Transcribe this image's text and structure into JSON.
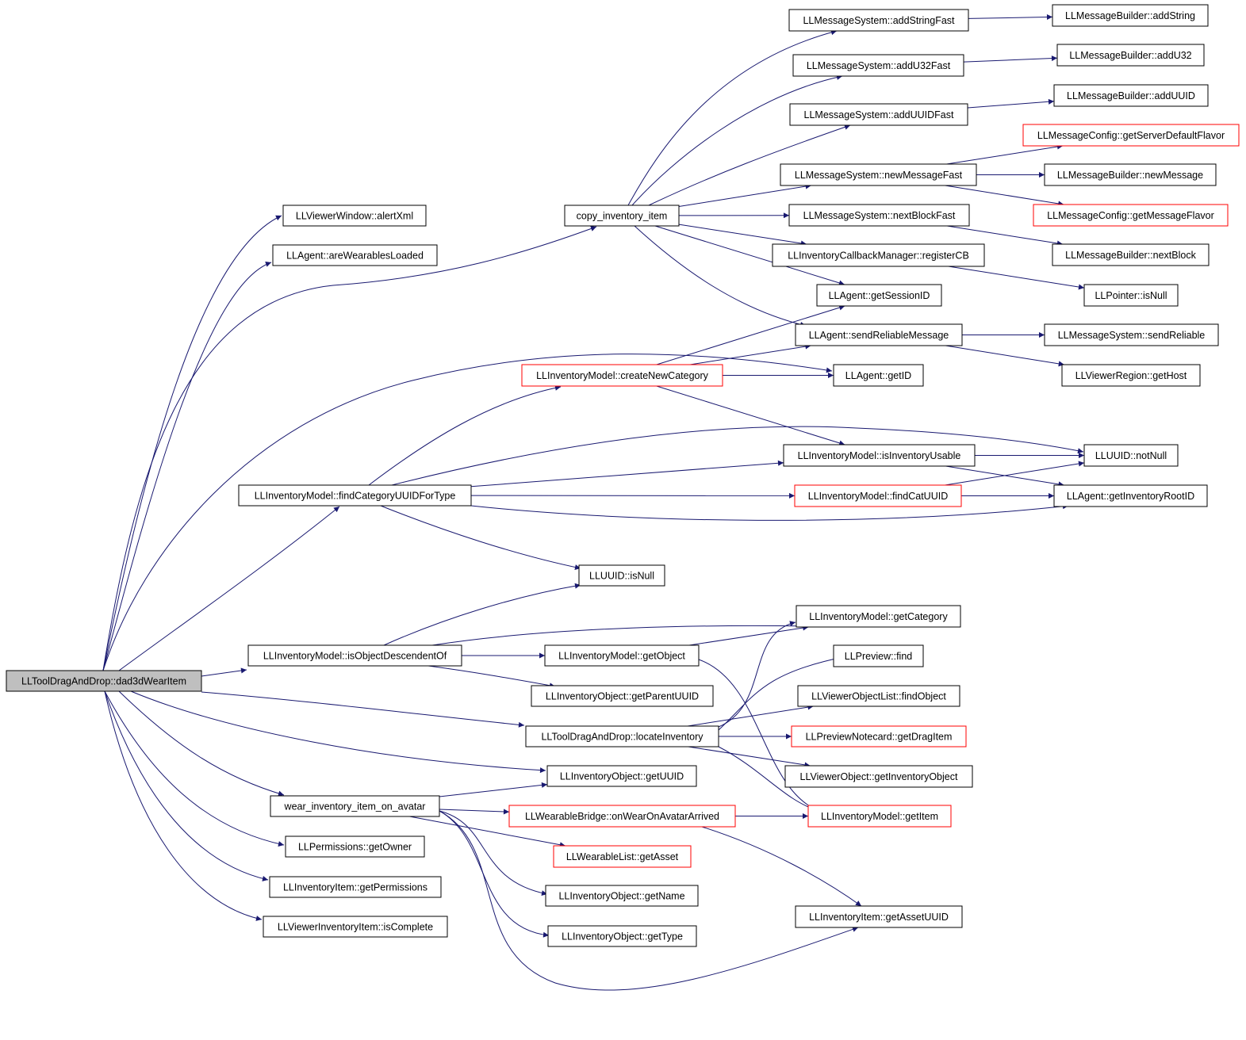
{
  "colors": {
    "edge": "#191970",
    "node_border": "#000000",
    "node_border_incomplete": "#ff0000",
    "root_fill": "#bfbfbf"
  },
  "nodes": {
    "root": "LLToolDragAndDrop::dad3dWearItem",
    "alertXml": "LLViewerWindow::alertXml",
    "areWearablesLoaded": "LLAgent::areWearablesLoaded",
    "copy_inventory_item": "copy_inventory_item",
    "findCategoryUUIDForType": "LLInventoryModel::findCategoryUUIDForType",
    "isObjectDescendentOf": "LLInventoryModel::isObjectDescendentOf",
    "locateInventory": "LLToolDragAndDrop::locateInventory",
    "wear_inventory_item_on_avatar": "wear_inventory_item_on_avatar",
    "getOwner": "LLPermissions::getOwner",
    "getPermissions": "LLInventoryItem::getPermissions",
    "isComplete": "LLViewerInventoryItem::isComplete",
    "createNewCategory": "LLInventoryModel::createNewCategory",
    "uuidIsNull": "LLUUID::isNull",
    "getObject": "LLInventoryModel::getObject",
    "getParentUUID": "LLInventoryObject::getParentUUID",
    "getUUID": "LLInventoryObject::getUUID",
    "onWearOnAvatarArrived": "LLWearableBridge::onWearOnAvatarArrived",
    "wlGetAsset": "LLWearableList::getAsset",
    "getName": "LLInventoryObject::getName",
    "getType": "LLInventoryObject::getType",
    "addStringFast": "LLMessageSystem::addStringFast",
    "addU32Fast": "LLMessageSystem::addU32Fast",
    "addUUIDFast": "LLMessageSystem::addUUIDFast",
    "newMessageFast": "LLMessageSystem::newMessageFast",
    "nextBlockFast": "LLMessageSystem::nextBlockFast",
    "registerCB": "LLInventoryCallbackManager::registerCB",
    "getSessionID": "LLAgent::getSessionID",
    "sendReliableMessage": "LLAgent::sendReliableMessage",
    "getID": "LLAgent::getID",
    "isInventoryUsable": "LLInventoryModel::isInventoryUsable",
    "findCatUUID": "LLInventoryModel::findCatUUID",
    "getCategory": "LLInventoryModel::getCategory",
    "previewFind": "LLPreview::find",
    "findObject": "LLViewerObjectList::findObject",
    "getDragItem": "LLPreviewNotecard::getDragItem",
    "getInventoryObject": "LLViewerObject::getInventoryObject",
    "getItem": "LLInventoryModel::getItem",
    "getAssetUUID": "LLInventoryItem::getAssetUUID",
    "mbAddString": "LLMessageBuilder::addString",
    "mbAddU32": "LLMessageBuilder::addU32",
    "mbAddUUID": "LLMessageBuilder::addUUID",
    "getServerDefaultFlavor": "LLMessageConfig::getServerDefaultFlavor",
    "mbNewMessage": "LLMessageBuilder::newMessage",
    "getMessageFlavor": "LLMessageConfig::getMessageFlavor",
    "mbNextBlock": "LLMessageBuilder::nextBlock",
    "pointerIsNull": "LLPointer::isNull",
    "sendReliable": "LLMessageSystem::sendReliable",
    "getHost": "LLViewerRegion::getHost",
    "notNull": "LLUUID::notNull",
    "getInventoryRootID": "LLAgent::getInventoryRootID"
  },
  "incomplete_nodes": [
    "createNewCategory",
    "findCatUUID",
    "getDragItem",
    "getItem",
    "onWearOnAvatarArrived",
    "wlGetAsset",
    "getServerDefaultFlavor",
    "getMessageFlavor"
  ],
  "edges": [
    [
      "root",
      "alertXml"
    ],
    [
      "root",
      "areWearablesLoaded"
    ],
    [
      "root",
      "copy_inventory_item"
    ],
    [
      "root",
      "getID"
    ],
    [
      "root",
      "findCategoryUUIDForType"
    ],
    [
      "root",
      "isObjectDescendentOf"
    ],
    [
      "root",
      "locateInventory"
    ],
    [
      "root",
      "getUUID"
    ],
    [
      "root",
      "wear_inventory_item_on_avatar"
    ],
    [
      "root",
      "getOwner"
    ],
    [
      "root",
      "getPermissions"
    ],
    [
      "root",
      "isComplete"
    ],
    [
      "copy_inventory_item",
      "addStringFast"
    ],
    [
      "copy_inventory_item",
      "addU32Fast"
    ],
    [
      "copy_inventory_item",
      "addUUIDFast"
    ],
    [
      "copy_inventory_item",
      "newMessageFast"
    ],
    [
      "copy_inventory_item",
      "nextBlockFast"
    ],
    [
      "copy_inventory_item",
      "registerCB"
    ],
    [
      "copy_inventory_item",
      "getSessionID"
    ],
    [
      "copy_inventory_item",
      "sendReliableMessage"
    ],
    [
      "addStringFast",
      "mbAddString"
    ],
    [
      "addU32Fast",
      "mbAddU32"
    ],
    [
      "addUUIDFast",
      "mbAddUUID"
    ],
    [
      "newMessageFast",
      "getServerDefaultFlavor"
    ],
    [
      "newMessageFast",
      "mbNewMessage"
    ],
    [
      "newMessageFast",
      "getMessageFlavor"
    ],
    [
      "nextBlockFast",
      "mbNextBlock"
    ],
    [
      "registerCB",
      "pointerIsNull"
    ],
    [
      "sendReliableMessage",
      "sendReliable"
    ],
    [
      "sendReliableMessage",
      "getHost"
    ],
    [
      "createNewCategory",
      "getSessionID"
    ],
    [
      "createNewCategory",
      "sendReliableMessage"
    ],
    [
      "createNewCategory",
      "getID"
    ],
    [
      "createNewCategory",
      "isInventoryUsable"
    ],
    [
      "findCategoryUUIDForType",
      "createNewCategory"
    ],
    [
      "findCategoryUUIDForType",
      "notNull"
    ],
    [
      "findCategoryUUIDForType",
      "isInventoryUsable"
    ],
    [
      "findCategoryUUIDForType",
      "findCatUUID"
    ],
    [
      "findCategoryUUIDForType",
      "getInventoryRootID"
    ],
    [
      "findCategoryUUIDForType",
      "uuidIsNull"
    ],
    [
      "isInventoryUsable",
      "notNull"
    ],
    [
      "isInventoryUsable",
      "getInventoryRootID"
    ],
    [
      "findCatUUID",
      "notNull"
    ],
    [
      "findCatUUID",
      "getInventoryRootID"
    ],
    [
      "isObjectDescendentOf",
      "uuidIsNull"
    ],
    [
      "isObjectDescendentOf",
      "getCategory"
    ],
    [
      "isObjectDescendentOf",
      "getObject"
    ],
    [
      "isObjectDescendentOf",
      "getParentUUID"
    ],
    [
      "getObject",
      "getCategory"
    ],
    [
      "getObject",
      "getItem"
    ],
    [
      "locateInventory",
      "getCategory"
    ],
    [
      "locateInventory",
      "previewFind"
    ],
    [
      "locateInventory",
      "findObject"
    ],
    [
      "locateInventory",
      "getDragItem"
    ],
    [
      "locateInventory",
      "getInventoryObject"
    ],
    [
      "locateInventory",
      "getItem"
    ],
    [
      "wear_inventory_item_on_avatar",
      "getUUID"
    ],
    [
      "wear_inventory_item_on_avatar",
      "onWearOnAvatarArrived"
    ],
    [
      "wear_inventory_item_on_avatar",
      "wlGetAsset"
    ],
    [
      "wear_inventory_item_on_avatar",
      "getName"
    ],
    [
      "wear_inventory_item_on_avatar",
      "getType"
    ],
    [
      "wear_inventory_item_on_avatar",
      "getAssetUUID"
    ],
    [
      "onWearOnAvatarArrived",
      "getItem"
    ],
    [
      "onWearOnAvatarArrived",
      "getAssetUUID"
    ]
  ]
}
